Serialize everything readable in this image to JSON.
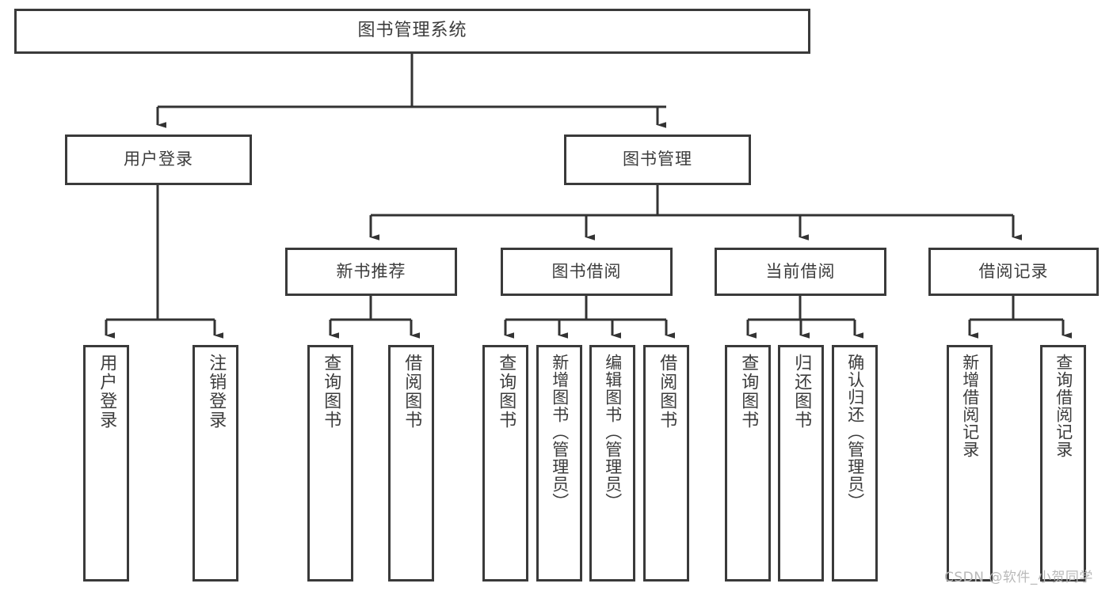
{
  "diagram": {
    "type": "tree-hierarchy-chart",
    "title": "图书管理系统",
    "colors": {
      "background": "#ffffff",
      "box_border": "#3a3a3a",
      "box_fill": "#ffffff",
      "text": "#3c3c3c",
      "connector": "#333333",
      "watermark": "#b9b9b9"
    },
    "root": {
      "label": "图书管理系统"
    },
    "level1": [
      {
        "label": "用户登录"
      },
      {
        "label": "图书管理"
      }
    ],
    "level2": [
      {
        "label": "新书推荐"
      },
      {
        "label": "图书借阅"
      },
      {
        "label": "当前借阅"
      },
      {
        "label": "借阅记录"
      }
    ],
    "leaves_user_login": [
      {
        "label": "用户登录"
      },
      {
        "label": "注销登录"
      }
    ],
    "leaves_new_book": [
      {
        "label": "查询图书"
      },
      {
        "label": "借阅图书"
      }
    ],
    "leaves_borrow": [
      {
        "label": "查询图书"
      },
      {
        "label": "新增图书（管理员）"
      },
      {
        "label": "编辑图书（管理员）"
      },
      {
        "label": "借阅图书"
      }
    ],
    "leaves_current": [
      {
        "label": "查询图书"
      },
      {
        "label": "归还图书"
      },
      {
        "label": "确认归还（管理员）"
      }
    ],
    "leaves_records": [
      {
        "label": "新增借阅记录"
      },
      {
        "label": "查询借阅记录"
      }
    ]
  },
  "watermark": {
    "text": "CSDN @软件_小贺同学"
  }
}
